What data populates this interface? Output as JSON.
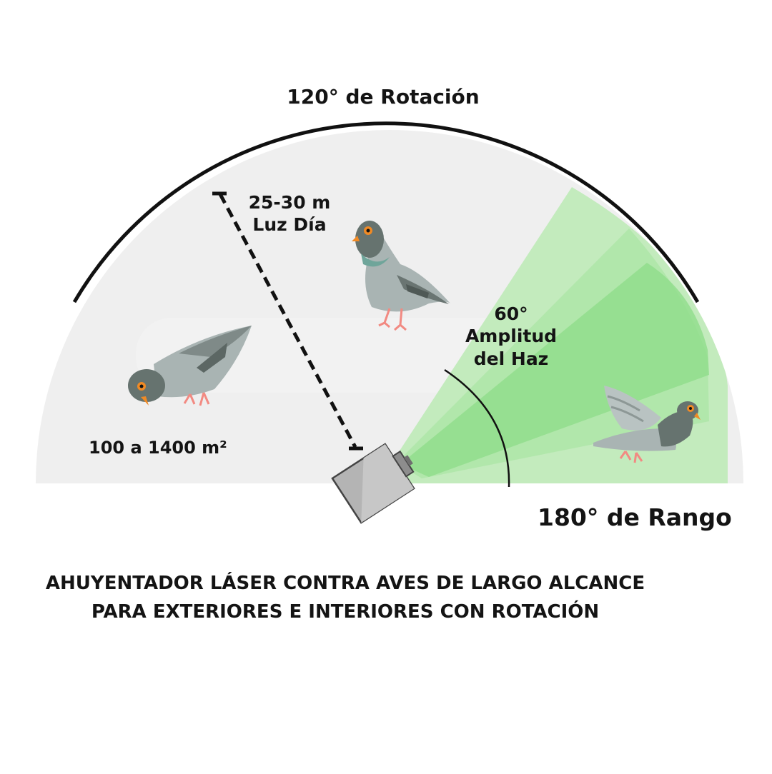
{
  "labels": {
    "rotation": "120° de Rotación",
    "distance_line1": "25-30 m",
    "distance_line2": "Luz Día",
    "beam_angle": "60°",
    "beam_line1": "Amplitud",
    "beam_line2": "del Haz",
    "area": "100 a 1400 m²",
    "range": "180° de Rango"
  },
  "caption": {
    "line1": "AHUYENTADOR LÁSER CONTRA AVES DE LARGO ALCANCE",
    "line2": "PARA EXTERIORES E INTERIORES CON ROTACIÓN"
  },
  "colors": {
    "coverage_area": "#efefef",
    "beam_light": "#c3ebbd",
    "beam_mid": "#a6e4a0",
    "beam_core": "#90dd8b",
    "device_body": "#b4b4b4",
    "pigeon_body": "#a9b4b3",
    "pigeon_head": "#66736f",
    "pigeon_eye": "#f08a25",
    "pigeon_feet": "#f28a82"
  },
  "icons": {
    "device": "laser-device-icon",
    "birds": [
      "pigeon-pecking-icon",
      "pigeon-standing-icon",
      "pigeon-flying-icon"
    ]
  }
}
